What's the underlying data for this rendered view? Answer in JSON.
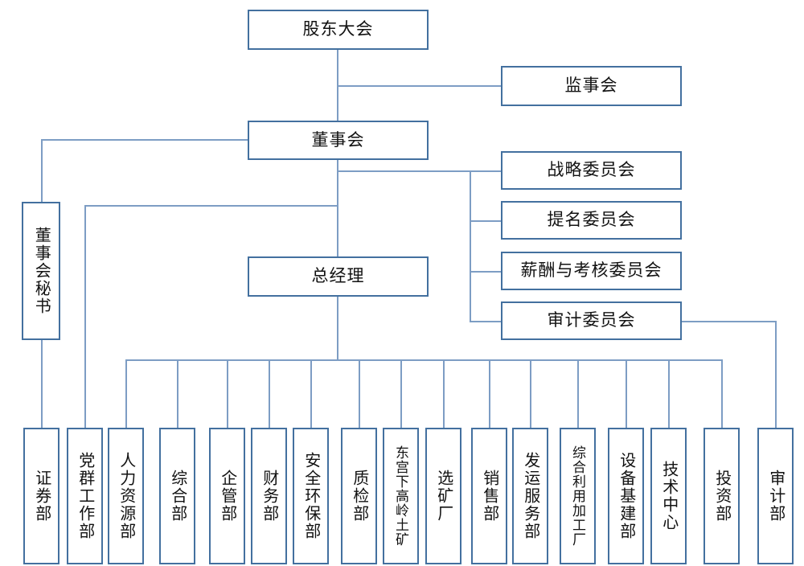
{
  "chart_data": {
    "type": "diagram",
    "title": "组织架构图",
    "diagram_kind": "org-chart",
    "accent_color": "#43709f",
    "connector_color": "#7d9dc4",
    "background": "#ffffff",
    "levels": [
      {
        "level": 1,
        "nodes": [
          {
            "id": "shareholders",
            "label": "股东大会",
            "orientation": "horizontal"
          }
        ]
      },
      {
        "level": 2,
        "nodes": [
          {
            "id": "supervisors",
            "label": "监事会",
            "orientation": "horizontal"
          },
          {
            "id": "board",
            "label": "董事会",
            "orientation": "horizontal"
          }
        ]
      },
      {
        "level": 3,
        "nodes": [
          {
            "id": "strategy_committee",
            "label": "战略委员会",
            "orientation": "horizontal"
          },
          {
            "id": "nomination_committee",
            "label": "提名委员会",
            "orientation": "horizontal"
          },
          {
            "id": "remuneration_committee",
            "label": "薪酬与考核委员会",
            "orientation": "horizontal"
          },
          {
            "id": "audit_committee",
            "label": "审计委员会",
            "orientation": "horizontal"
          },
          {
            "id": "board_secretary",
            "label": "董事会秘书",
            "orientation": "vertical"
          },
          {
            "id": "general_manager",
            "label": "总经理",
            "orientation": "horizontal"
          }
        ]
      },
      {
        "level": 4,
        "nodes": [
          {
            "id": "dept_securities",
            "label": "证券部",
            "orientation": "vertical"
          },
          {
            "id": "dept_party",
            "label": "党群工作部",
            "orientation": "vertical"
          },
          {
            "id": "dept_hr",
            "label": "人力资源部",
            "orientation": "vertical"
          },
          {
            "id": "dept_general",
            "label": "综合部",
            "orientation": "vertical"
          },
          {
            "id": "dept_enterprise_mgmt",
            "label": "企管部",
            "orientation": "vertical"
          },
          {
            "id": "dept_finance",
            "label": "财务部",
            "orientation": "vertical"
          },
          {
            "id": "dept_safety_env",
            "label": "安全环保部",
            "orientation": "vertical"
          },
          {
            "id": "dept_quality",
            "label": "质检部",
            "orientation": "vertical"
          },
          {
            "id": "dept_donggongxia_mine",
            "label": "东宫下高岭土矿",
            "orientation": "vertical"
          },
          {
            "id": "dept_dressing_plant",
            "label": "选矿厂",
            "orientation": "vertical"
          },
          {
            "id": "dept_sales",
            "label": "销售部",
            "orientation": "vertical"
          },
          {
            "id": "dept_shipping_service",
            "label": "发运服务部",
            "orientation": "vertical"
          },
          {
            "id": "dept_comprehensive_plant",
            "label": "综合利用加工厂",
            "orientation": "vertical"
          },
          {
            "id": "dept_equipment_infra",
            "label": "设备基建部",
            "orientation": "vertical"
          },
          {
            "id": "dept_tech_center",
            "label": "技术中心",
            "orientation": "vertical"
          },
          {
            "id": "dept_investment",
            "label": "投资部",
            "orientation": "vertical"
          },
          {
            "id": "dept_audit",
            "label": "审计部",
            "orientation": "vertical"
          }
        ]
      }
    ],
    "edges": [
      {
        "from": "shareholders",
        "to": "supervisors"
      },
      {
        "from": "shareholders",
        "to": "board"
      },
      {
        "from": "board",
        "to": "strategy_committee"
      },
      {
        "from": "board",
        "to": "nomination_committee"
      },
      {
        "from": "board",
        "to": "remuneration_committee"
      },
      {
        "from": "board",
        "to": "audit_committee"
      },
      {
        "from": "board",
        "to": "board_secretary"
      },
      {
        "from": "board",
        "to": "general_manager"
      },
      {
        "from": "board",
        "to": "dept_party"
      },
      {
        "from": "board_secretary",
        "to": "dept_securities"
      },
      {
        "from": "audit_committee",
        "to": "dept_audit"
      },
      {
        "from": "general_manager",
        "to": "dept_hr"
      },
      {
        "from": "general_manager",
        "to": "dept_general"
      },
      {
        "from": "general_manager",
        "to": "dept_enterprise_mgmt"
      },
      {
        "from": "general_manager",
        "to": "dept_finance"
      },
      {
        "from": "general_manager",
        "to": "dept_safety_env"
      },
      {
        "from": "general_manager",
        "to": "dept_quality"
      },
      {
        "from": "general_manager",
        "to": "dept_donggongxia_mine"
      },
      {
        "from": "general_manager",
        "to": "dept_dressing_plant"
      },
      {
        "from": "general_manager",
        "to": "dept_sales"
      },
      {
        "from": "general_manager",
        "to": "dept_shipping_service"
      },
      {
        "from": "general_manager",
        "to": "dept_comprehensive_plant"
      },
      {
        "from": "general_manager",
        "to": "dept_equipment_infra"
      },
      {
        "from": "general_manager",
        "to": "dept_tech_center"
      },
      {
        "from": "general_manager",
        "to": "dept_investment"
      }
    ]
  },
  "nodes": {
    "shareholders": "股东大会",
    "supervisors": "监事会",
    "board": "董事会",
    "strategy_committee": "战略委员会",
    "nomination_committee": "提名委员会",
    "remuneration_committee": "薪酬与考核委员会",
    "audit_committee": "审计委员会",
    "board_secretary": "董事会秘书",
    "general_manager": "总经理",
    "dept_securities": "证券部",
    "dept_party": "党群工作部",
    "dept_hr": "人力资源部",
    "dept_general": "综合部",
    "dept_enterprise_mgmt": "企管部",
    "dept_finance": "财务部",
    "dept_safety_env": "安全环保部",
    "dept_quality": "质检部",
    "dept_donggongxia_mine": "东宫下高岭土矿",
    "dept_dressing_plant": "选矿厂",
    "dept_sales": "销售部",
    "dept_shipping_service": "发运服务部",
    "dept_comprehensive_plant": "综合利用加工厂",
    "dept_equipment_infra": "设备基建部",
    "dept_tech_center": "技术中心",
    "dept_investment": "投资部",
    "dept_audit": "审计部"
  }
}
